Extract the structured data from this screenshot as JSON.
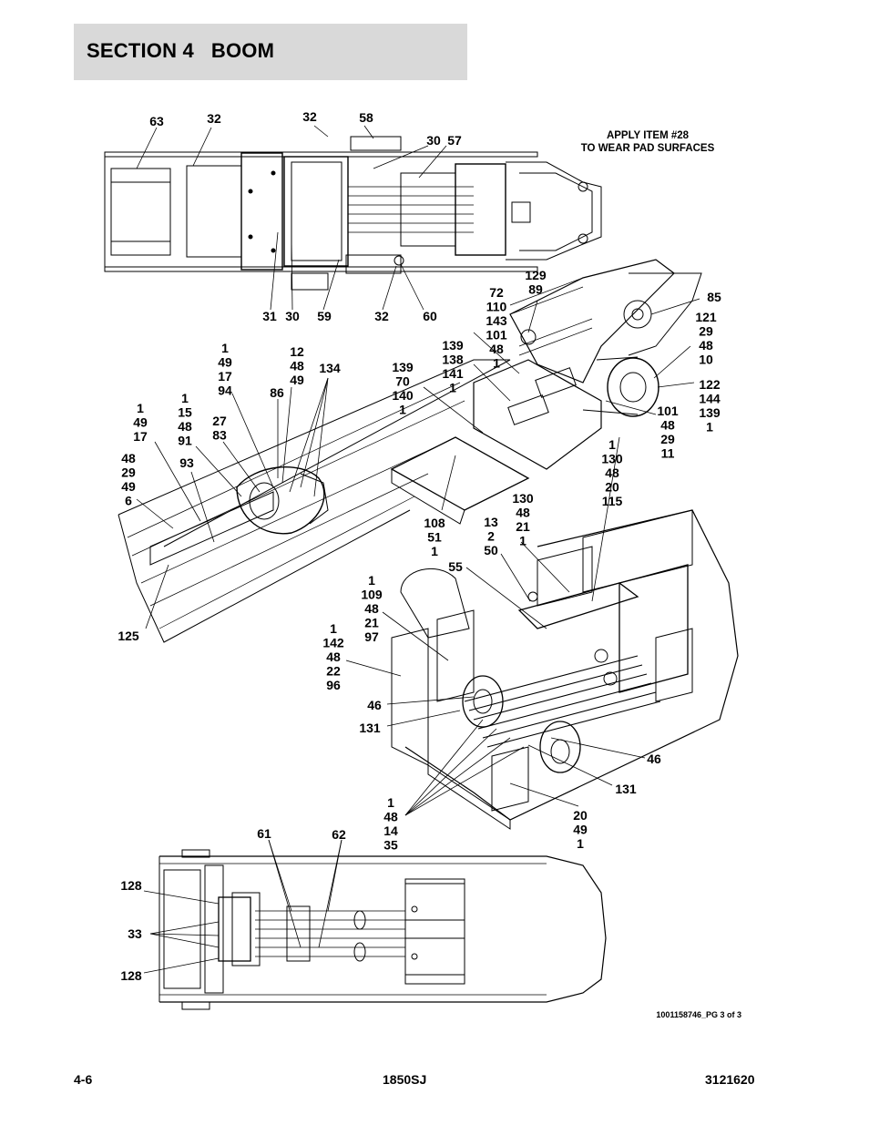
{
  "header": {
    "title": "SECTION 4   BOOM"
  },
  "note": {
    "line1": "APPLY ITEM #28",
    "line2": "TO WEAR PAD SURFACES"
  },
  "drawing_number": "1001158746_PG 3 of 3",
  "footer": {
    "page": "4-6",
    "model": "1850SJ",
    "manual_number": "3121620"
  },
  "callouts": {
    "c01": [
      "63"
    ],
    "c02": [
      "32"
    ],
    "c03": [
      "32"
    ],
    "c04": [
      "58"
    ],
    "c05": [
      "30"
    ],
    "c06": [
      "57"
    ],
    "c07": [
      "31"
    ],
    "c08": [
      "30"
    ],
    "c09": [
      "59"
    ],
    "c10": [
      "32"
    ],
    "c11": [
      "60"
    ],
    "c12": [
      "129",
      "89"
    ],
    "c13": [
      "85"
    ],
    "c14": [
      "72",
      "110",
      "143",
      "101",
      "48",
      "1"
    ],
    "c15": [
      "121",
      "29",
      "48",
      "10"
    ],
    "c16": [
      "139",
      "138",
      "141",
      "1"
    ],
    "c17": [
      "139",
      "70",
      "140",
      "1"
    ],
    "c18": [
      "122",
      "144",
      "139",
      "1"
    ],
    "c19": [
      "1",
      "49",
      "17",
      "94"
    ],
    "c20": [
      "12",
      "48",
      "49"
    ],
    "c21": [
      "134"
    ],
    "c22": [
      "86"
    ],
    "c23": [
      "101",
      "48",
      "29",
      "11"
    ],
    "c24": [
      "1",
      "49",
      "17"
    ],
    "c25": [
      "1",
      "15",
      "48",
      "91"
    ],
    "c26": [
      "27",
      "83"
    ],
    "c27": [
      "1",
      "130",
      "48",
      "20",
      "115"
    ],
    "c28": [
      "93"
    ],
    "c29": [
      "48",
      "29",
      "49",
      "6"
    ],
    "c30": [
      "130",
      "48",
      "21",
      "1"
    ],
    "c31": [
      "13",
      "2",
      "50"
    ],
    "c32": [
      "108",
      "51",
      "1"
    ],
    "c33": [
      "55"
    ],
    "c34": [
      "1",
      "109",
      "48",
      "21",
      "97"
    ],
    "c35": [
      "125"
    ],
    "c36": [
      "1",
      "142",
      "48",
      "22",
      "96"
    ],
    "c37": [
      "46"
    ],
    "c38": [
      "131"
    ],
    "c39": [
      "46"
    ],
    "c40": [
      "131"
    ],
    "c41": [
      "1",
      "48",
      "14",
      "35"
    ],
    "c42": [
      "20",
      "49",
      "1"
    ],
    "c43": [
      "61"
    ],
    "c44": [
      "62"
    ],
    "c45": [
      "128"
    ],
    "c46": [
      "33"
    ],
    "c47": [
      "128"
    ]
  }
}
